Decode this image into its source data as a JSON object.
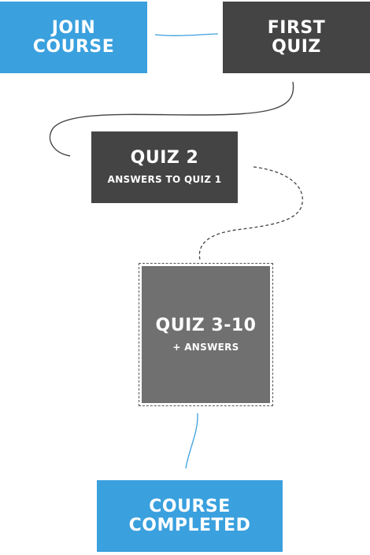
{
  "nodes": {
    "join_course": {
      "title": "JOIN\nCOURSE"
    },
    "first_quiz": {
      "title": "FIRST\nQUIZ"
    },
    "quiz_2": {
      "title": "QUIZ 2",
      "subtitle": "ANSWERS TO QUIZ 1"
    },
    "quiz_3_10": {
      "title": "QUIZ 3-10",
      "subtitle": "+ ANSWERS"
    },
    "course_completed": {
      "title": "COURSE\nCOMPLETED"
    }
  },
  "colors": {
    "blue": "#3aa0de",
    "dark": "#444444",
    "mid_gray": "#707070"
  }
}
